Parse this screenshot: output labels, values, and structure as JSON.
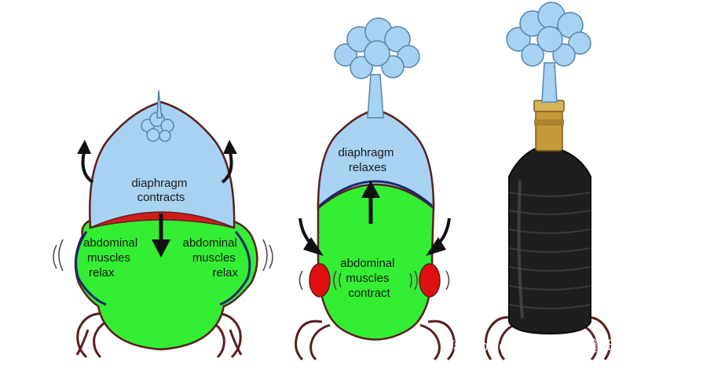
{
  "panel_1": {
    "upper_label_line1": "diaphragm",
    "upper_label_line2": "contracts",
    "left_label_line1": "abdominal",
    "left_label_line2": "muscles",
    "left_label_line3": "relax",
    "right_label_line1": "abdominal",
    "right_label_line2": "muscles",
    "right_label_line3": "relax"
  },
  "panel_2": {
    "upper_label_line1": "diaphragm",
    "upper_label_line2": "relaxes",
    "lower_label_line1": "abdominal",
    "lower_label_line2": "muscles",
    "lower_label_line3": "contract"
  },
  "watermark": {
    "text": "WalkToHealth运动健康管理中心",
    "icon": "wechat-icon"
  },
  "colors": {
    "air": "#a8d2f2",
    "abdomen": "#33ee33",
    "diaphragm_contracted": "#d21c1c",
    "muscle_contracted": "#e01010",
    "outline": "#5a1f1f",
    "bottle": "#1e1e1e",
    "nozzle": "#c49a3a"
  }
}
